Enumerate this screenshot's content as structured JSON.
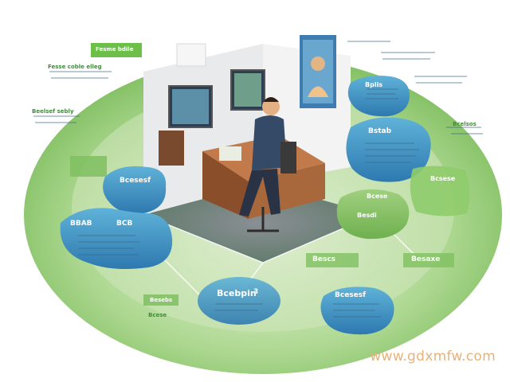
{
  "labels": {
    "top_tag": "Fesme bdile",
    "left_block_1": "Fesse coble elleg",
    "left_block_2": "Beelsef sebly",
    "left_blob_a": "Bcesesf",
    "left_blob_b": "BBAB",
    "left_blob_b2": "BCB",
    "center_bottom": "Bcebpin",
    "center_bottom_tail": "3",
    "right_blob_top": "Bplis",
    "right_blob_mid": "Bstab",
    "right_blob_lower": "Bcese",
    "right_blob_lower2": "Besdi",
    "right_green_1": "Bcsese",
    "right_green_2": "Bcelsos",
    "bar_left": "Bescs",
    "bar_right": "Besaxe",
    "right_bottom_blob": "Bcesesf",
    "small_bottom_left": "Besebs",
    "small_bottom_left2": "Bcese"
  },
  "colors": {
    "outer_ring": "#8dc86a",
    "inner_ring": "#b9dca0",
    "blob_blue": "#3d8fc1",
    "blob_blue_light": "#5fb2d8",
    "blob_green": "#86c466",
    "text_dark": "#234b66",
    "label_green": "#3f8f3a"
  },
  "watermark": "www.gdxmfw.com"
}
